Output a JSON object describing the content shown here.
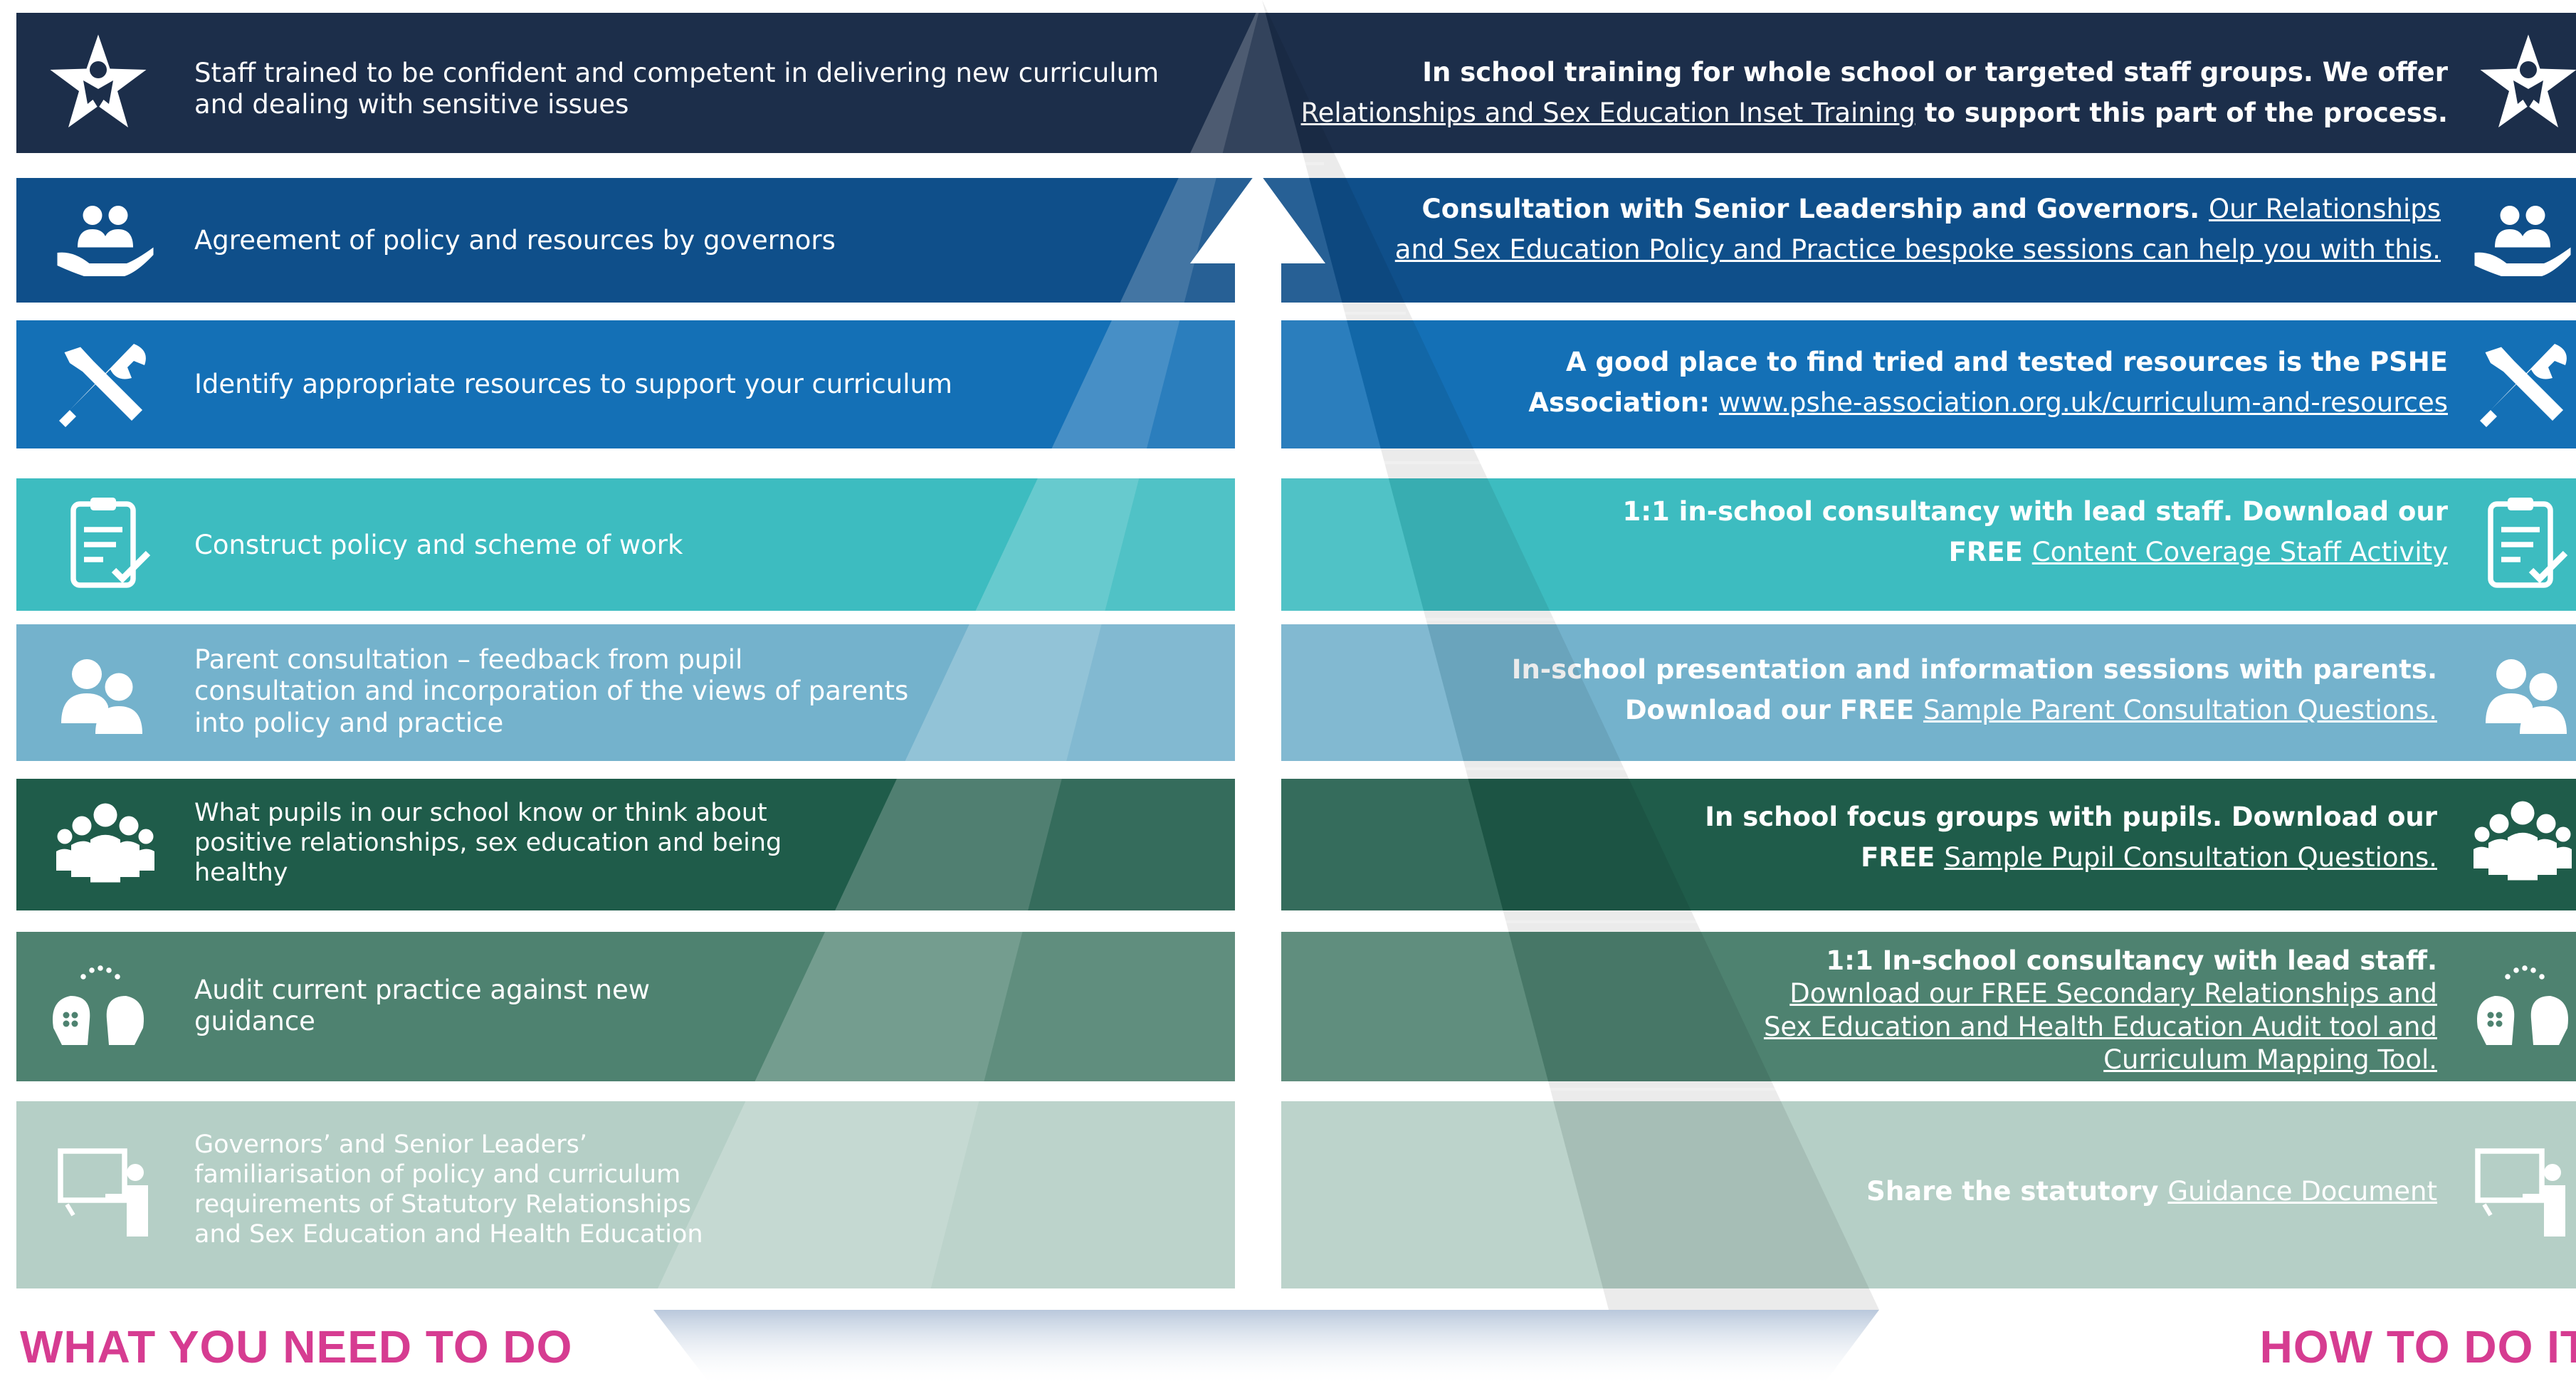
{
  "colors": {
    "band1": "#1c2e4a",
    "band2": "#0f4f8a",
    "band3": "#1470b6",
    "band4": "#3dbcc0",
    "band5": "#74b2cc",
    "band6": "#1f5c4a",
    "band7": "#4e8270",
    "band8": "#b5cfc6",
    "footer": "#d63c91"
  },
  "rows": [
    {
      "left_text": "Staff trained to be confident and competent in delivering new curriculum\nand dealing with sensitive issues",
      "icon": "star-person-icon",
      "right_lines": [
        {
          "parts": [
            {
              "text": "In school training for whole school or targeted staff groups. We offer",
              "link": false
            }
          ]
        },
        {
          "parts": [
            {
              "text": "Relationships and Sex Education Inset Training",
              "link": true
            },
            {
              "text": " to support this part of the process.",
              "link": false
            }
          ]
        }
      ]
    },
    {
      "left_text": "Agreement of policy and resources by governors",
      "icon": "people-in-hand-icon",
      "right_lines": [
        {
          "parts": [
            {
              "text": "Consultation with Senior Leadership and Governors. ",
              "link": false
            },
            {
              "text": "Our Relationships",
              "link": true
            }
          ]
        },
        {
          "parts": [
            {
              "text": "and Sex Education Policy and Practice bespoke sessions can help you with this.",
              "link": true
            }
          ]
        }
      ]
    },
    {
      "left_text": "Identify appropriate resources to support your curriculum",
      "icon": "tools-icon",
      "right_lines": [
        {
          "parts": [
            {
              "text": "A good place to find tried and tested resources is the PSHE",
              "link": false
            }
          ]
        },
        {
          "parts": [
            {
              "text": "Association: ",
              "link": false
            },
            {
              "text": "www.pshe-association.org.uk/curriculum-and-resources",
              "link": true
            }
          ]
        }
      ]
    },
    {
      "left_text": "Construct policy and scheme of work",
      "icon": "clipboard-check-icon",
      "right_lines": [
        {
          "parts": [
            {
              "text": "1:1 in-school consultancy with lead staff. Download our",
              "link": false
            }
          ]
        },
        {
          "parts": [
            {
              "text": "FREE ",
              "link": false
            },
            {
              "text": "Content Coverage Staff Activity",
              "link": true
            }
          ]
        }
      ]
    },
    {
      "left_text": "Parent consultation – feedback from pupil\nconsultation and incorporation of the views of parents\ninto policy and practice",
      "icon": "two-people-icon",
      "right_lines": [
        {
          "parts": [
            {
              "text": "In-school presentation and information sessions with parents.",
              "link": false
            }
          ]
        },
        {
          "parts": [
            {
              "text": "Download our FREE ",
              "link": false
            },
            {
              "text": "Sample Parent Consultation Questions.",
              "link": true
            }
          ]
        }
      ]
    },
    {
      "left_text": "What pupils in our school know or think about\npositive relationships, sex education and being\nhealthy",
      "icon": "group-icon",
      "right_lines": [
        {
          "parts": [
            {
              "text": "In school focus groups with pupils. Download our",
              "link": false
            }
          ]
        },
        {
          "parts": [
            {
              "text": "FREE ",
              "link": false
            },
            {
              "text": "Sample Pupil Consultation Questions.",
              "link": true
            }
          ]
        }
      ]
    },
    {
      "left_text": "Audit current practice against new\nguidance",
      "icon": "thinking-heads-icon",
      "right_lines": [
        {
          "parts": [
            {
              "text": "1:1 In-school consultancy with lead staff.",
              "link": false
            }
          ]
        },
        {
          "parts": [
            {
              "text": "Download our FREE Secondary Relationships and",
              "link": true
            }
          ]
        },
        {
          "parts": [
            {
              "text": "Sex Education and Health Education Audit tool and",
              "link": true
            }
          ]
        },
        {
          "parts": [
            {
              "text": "Curriculum Mapping Tool.",
              "link": true
            }
          ]
        }
      ]
    },
    {
      "left_text": "Governors’ and Senior Leaders’\nfamiliarisation of policy and curriculum\nrequirements of Statutory Relationships\nand Sex Education and Health Education",
      "icon": "teacher-board-icon",
      "right_lines": [
        {
          "parts": [
            {
              "text": "Share the statutory ",
              "link": false
            },
            {
              "text": "Guidance Document",
              "link": true
            }
          ]
        }
      ]
    }
  ],
  "footer": {
    "left": "WHAT YOU NEED TO DO",
    "right": "HOW TO DO IT"
  }
}
